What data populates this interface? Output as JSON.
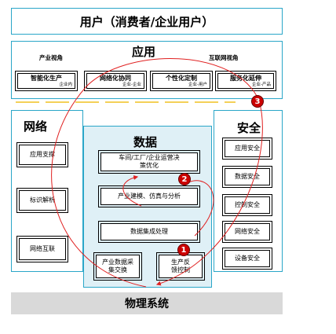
{
  "users": {
    "title": "用户（消费者/企业用户）"
  },
  "application": {
    "title": "应用",
    "left_view": "产业视角",
    "right_view": "互联网视角",
    "items": [
      {
        "label": "智能化生产",
        "sub": "企业内"
      },
      {
        "label": "网络化协同",
        "sub": "企业-企业"
      },
      {
        "label": "个性化定制",
        "sub": "企业-用户"
      },
      {
        "label": "服务化延伸",
        "sub": "企业-产品"
      }
    ]
  },
  "network": {
    "title": "网络",
    "items": [
      "应用支撑",
      "标识解析",
      "网络互联"
    ]
  },
  "data": {
    "title": "数据",
    "items": [
      "车间/工厂/企业运营决策优化",
      "产业建模、仿真与分析",
      "数据集成处理"
    ],
    "bottom_items": [
      "产业数据采集交换",
      "生产反馈控制"
    ]
  },
  "security": {
    "title": "安全",
    "items": [
      "应用安全",
      "数据安全",
      "控制安全",
      "网络安全",
      "设备安全"
    ]
  },
  "physical": {
    "title": "物理系统"
  },
  "badges": [
    "1",
    "2",
    "3"
  ],
  "colors": {
    "panel_border": "#2aa6c8",
    "data_fill": "#dff0f6",
    "physical_fill": "#d9d9d9",
    "arrow": "#e02020",
    "badge": "#cc0000"
  }
}
